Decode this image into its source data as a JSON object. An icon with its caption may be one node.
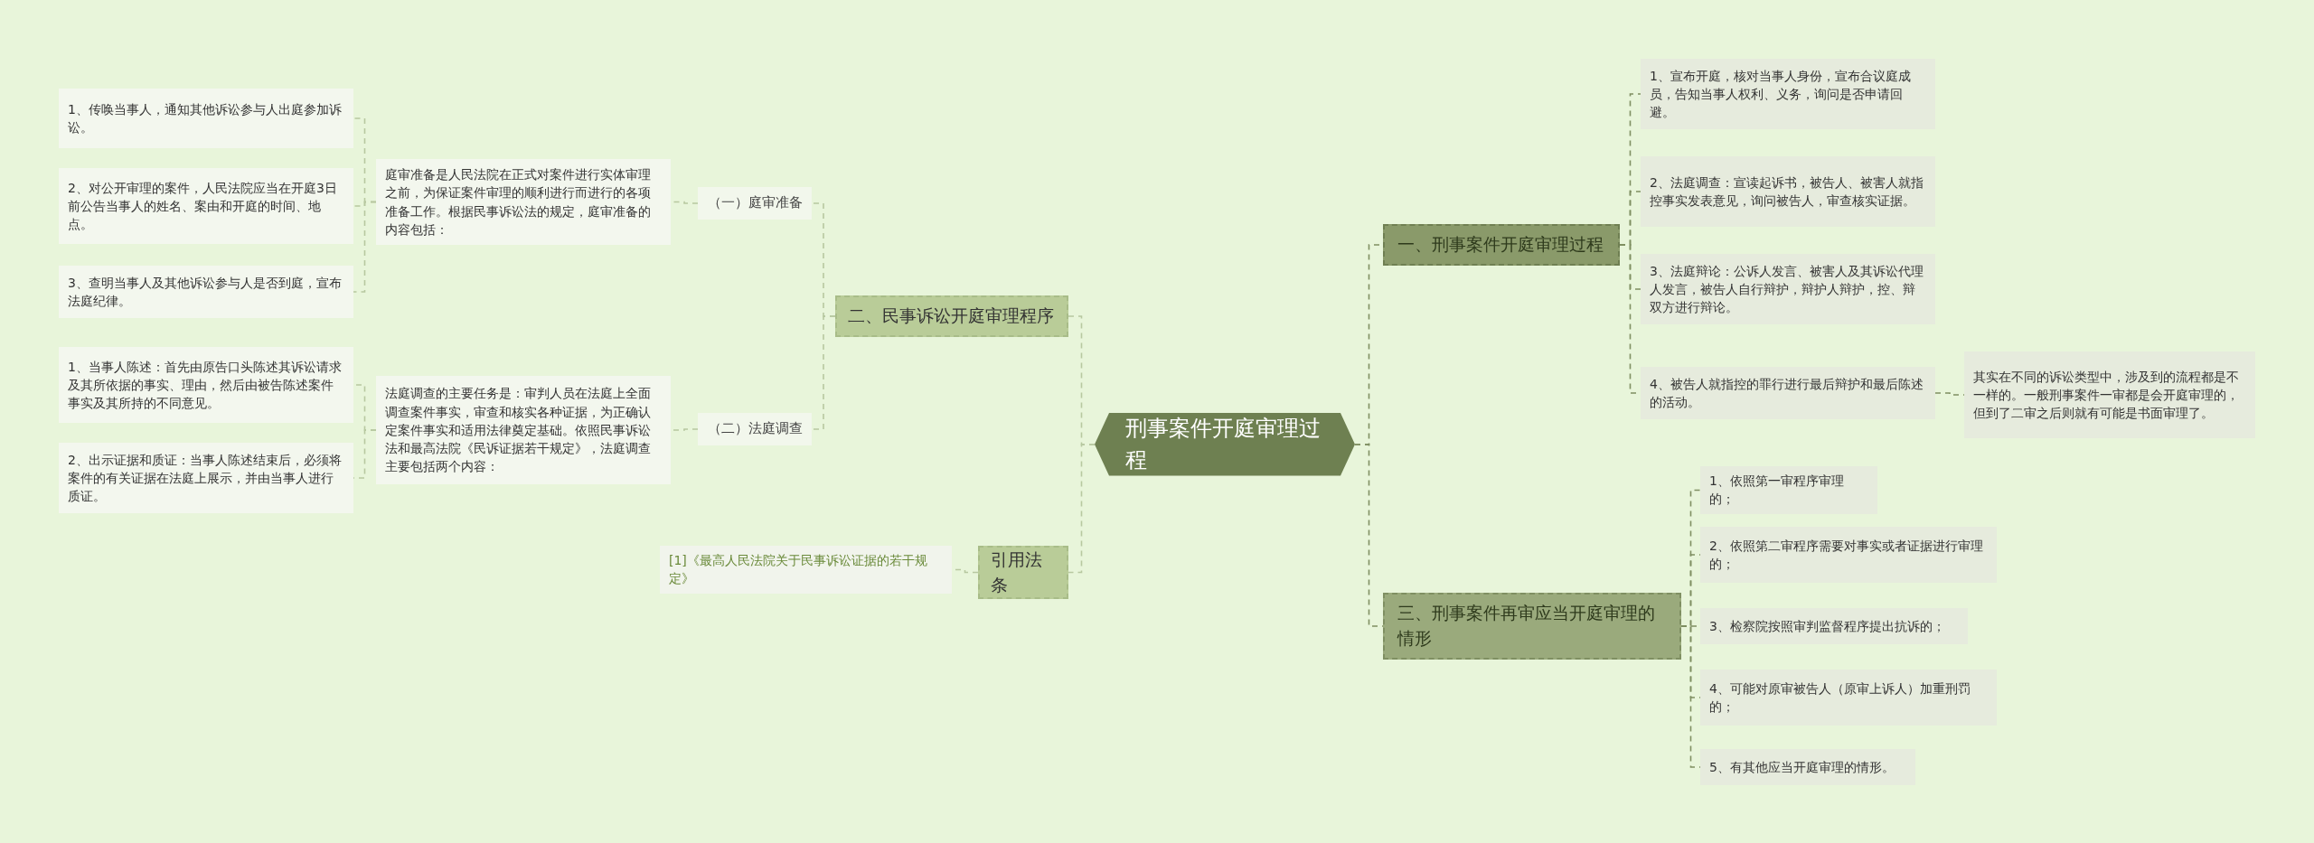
{
  "diagram": {
    "nodes": [
      {
        "text": [
          "刑事案件开庭审理过程"
        ]
      },
      {
        "text": [
          "一、刑事案件开庭审理过程"
        ]
      },
      {
        "text": [
          "1、宣布开庭，核对当事人身份，宣布合议庭成员，告知当事人权利、义务，询问是否申请回避。"
        ]
      },
      {
        "text": [
          "2、法庭调查：宣读起诉书，被告人、被害人就指控事实发表意见，询问被告人，审查核实证据。"
        ]
      },
      {
        "text": [
          "3、法庭辩论：公诉人发言、被害人及其诉讼代理人发言，被告人自行辩护，辩护人辩护，控、辩双方进行辩论。"
        ]
      },
      {
        "text": [
          "4、被告人就指控的罪行进行最后辩护和最后陈述的活动。"
        ]
      },
      {
        "text": [
          "其实在不同的诉讼类型中，涉及到的流程都是不一样的。一般刑事案件一审都是会开庭审理的，但到了二审之后则就有可能是书面审理了。"
        ]
      },
      {
        "text": [
          "三、刑事案件再审应当开庭审理的情形"
        ]
      },
      {
        "text": [
          "1、依照第一审程序审理的；"
        ]
      },
      {
        "text": [
          "2、依照第二审程序需要对事实或者证据进行审理的；"
        ]
      },
      {
        "text": [
          "3、检察院按照审判监督程序提出抗诉的；"
        ]
      },
      {
        "text": [
          "4、可能对原审被告人（原审上诉人）加重刑罚的；"
        ]
      },
      {
        "text": [
          "5、有其他应当开庭审理的情形。"
        ]
      },
      {
        "text": [
          "二、民事诉讼开庭审理程序"
        ]
      },
      {
        "text": [
          "（一）庭审准备"
        ]
      },
      {
        "text": [
          "（二）法庭调查"
        ]
      },
      {
        "text": [
          "庭审准备是人民法院在正式对案件进行实体审理之前，为保证案件审理的顺利进行而进行的各项准备工作。根据民事诉讼法的规定，庭审准备的内容包括："
        ]
      },
      {
        "text": [
          "法庭调查的主要任务是：审判人员在法庭上全面调查案件事实，审查和核实各种证据，为正确认定案件事实和适用法律奠定基础。依照民事诉讼法和最高法院《民诉证据若干规定》，法庭调查主要包括两个内容："
        ]
      },
      {
        "text": [
          "1、传唤当事人，通知其他诉讼参与人出庭参加诉讼。"
        ]
      },
      {
        "text": [
          "2、对公开审理的案件，人民法院应当在开庭3日前公告当事人的姓名、案由和开庭的时间、地点。"
        ]
      },
      {
        "text": [
          "3、查明当事人及其他诉讼参与人是否到庭，宣布法庭纪律。"
        ]
      },
      {
        "text": [
          "1、当事人陈述：首先由原告口头陈述其诉讼请求及其所依据的事实、理由，然后由被告陈述案件事实及其所持的不同意见。"
        ]
      },
      {
        "text": [
          "2、出示证据和质证：当事人陈述结束后，必须将案件的有关证据在法庭上展示，并由当事人进行质证。"
        ]
      },
      {
        "text": [
          "引用法条"
        ]
      },
      {
        "text": [
          "[1]《最高人民法院关于民事诉讼证据的若干规定》"
        ]
      }
    ],
    "edges": [
      {
        "from": 0,
        "to": 1,
        "arrow": "none"
      },
      {
        "from": 0,
        "to": 7,
        "arrow": "none"
      },
      {
        "from": 0,
        "to": 13,
        "arrow": "none"
      },
      {
        "from": 0,
        "to": 23,
        "arrow": "none"
      },
      {
        "from": 1,
        "to": 2,
        "arrow": "none"
      },
      {
        "from": 1,
        "to": 3,
        "arrow": "none"
      },
      {
        "from": 1,
        "to": 4,
        "arrow": "none"
      },
      {
        "from": 1,
        "to": 5,
        "arrow": "none"
      },
      {
        "from": 5,
        "to": 6,
        "arrow": "none"
      },
      {
        "from": 7,
        "to": 8,
        "arrow": "none"
      },
      {
        "from": 7,
        "to": 9,
        "arrow": "none"
      },
      {
        "from": 7,
        "to": 10,
        "arrow": "none"
      },
      {
        "from": 7,
        "to": 11,
        "arrow": "none"
      },
      {
        "from": 7,
        "to": 12,
        "arrow": "none"
      },
      {
        "from": 13,
        "to": 14,
        "arrow": "none"
      },
      {
        "from": 13,
        "to": 15,
        "arrow": "none"
      },
      {
        "from": 14,
        "to": 16,
        "arrow": "none"
      },
      {
        "from": 15,
        "to": 17,
        "arrow": "none"
      },
      {
        "from": 16,
        "to": 18,
        "arrow": "none"
      },
      {
        "from": 16,
        "to": 19,
        "arrow": "none"
      },
      {
        "from": 16,
        "to": 20,
        "arrow": "none"
      },
      {
        "from": 17,
        "to": 21,
        "arrow": "none"
      },
      {
        "from": 17,
        "to": 22,
        "arrow": "none"
      },
      {
        "from": 23,
        "to": 24,
        "arrow": "none"
      }
    ]
  }
}
